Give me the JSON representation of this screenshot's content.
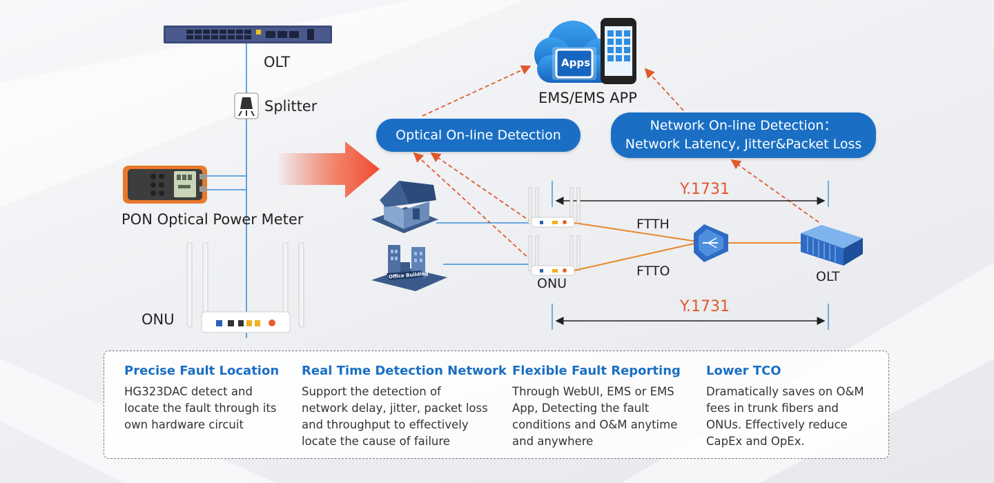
{
  "left_panel": {
    "olt_label": "OLT",
    "splitter_label": "Splitter",
    "meter_label": "PON Optical Power Meter",
    "onu_label": "ONU"
  },
  "right_panel": {
    "ems_label": "EMS/EMS APP",
    "apps_label": "Apps",
    "optical_detection_label": "Optical On-line Detection",
    "network_detection_line1": "Network On-line Detection：",
    "network_detection_line2": "Network Latency, Jitter&Packet Loss",
    "y1731_top": "Y.1731",
    "y1731_bottom": "Y.1731",
    "ftth_label": "FTTH",
    "ftto_label": "FTTO",
    "onu_label": "ONU",
    "olt_label": "OLT",
    "office_sign": "Office Building"
  },
  "features": [
    {
      "title": "Precise Fault Location",
      "lines": [
        "HG323DAC detect and",
        "locate the fault through its",
        "own hardware circuit"
      ]
    },
    {
      "title": "Real Time Detection Network",
      "lines": [
        "Support the detection of",
        "network delay, jitter, packet loss",
        "and throughput to effectively",
        "locate the cause of failure"
      ]
    },
    {
      "title": "Flexible Fault Reporting",
      "lines": [
        "Through WebUI, EMS or EMS",
        "App, Detecting the fault",
        "conditions and O&M anytime",
        "and anywhere"
      ]
    },
    {
      "title": "Lower TCO",
      "lines": [
        "Dramatically saves on O&M",
        "fees in trunk fibers and",
        "ONUs.  Effectively reduce",
        "CapEx and OpEx."
      ]
    }
  ],
  "colors": {
    "accent_blue": "#1a6fc4",
    "fiber_orange": "#e8882a",
    "dashed_red": "#e2572b",
    "line_blue": "#3d8fd6"
  }
}
